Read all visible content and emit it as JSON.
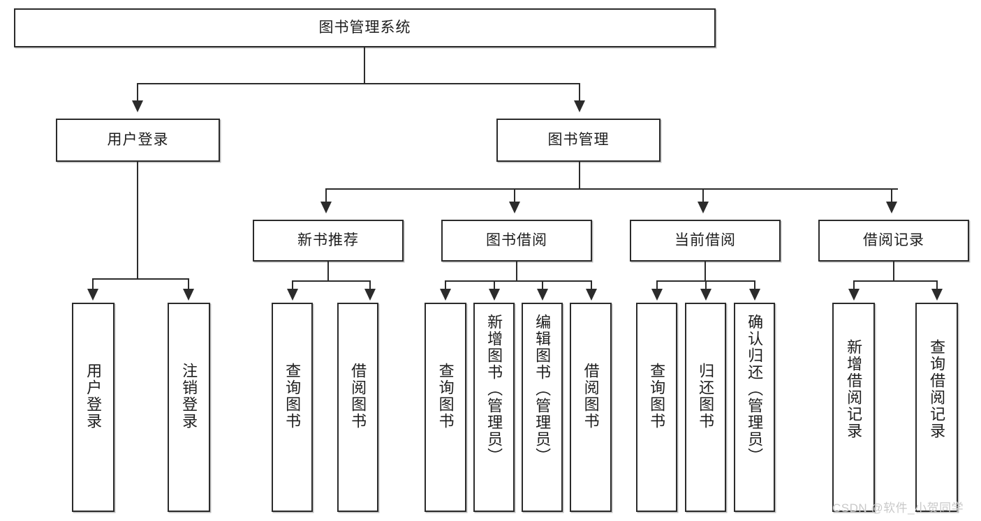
{
  "diagram": {
    "title": "图书管理系统",
    "type": "功能结构图",
    "watermark": "CSDN @软件_小贺同学",
    "colors": {
      "stroke": "#2b2b2b",
      "fill": "#ffffff",
      "text": "#1d1d1d",
      "watermark": "#c9c9c9",
      "shadow": "#8c8c8c"
    }
  },
  "nodes": {
    "root": {
      "label": "图书管理系统"
    },
    "level2": [
      {
        "label": "用户登录"
      },
      {
        "label": "图书管理"
      }
    ],
    "level3": [
      {
        "label": "新书推荐"
      },
      {
        "label": "图书借阅"
      },
      {
        "label": "当前借阅"
      },
      {
        "label": "借阅记录"
      }
    ],
    "leaves": {
      "user_login": [
        {
          "label": "用户登录"
        },
        {
          "label": "注销登录"
        }
      ],
      "new_book": [
        {
          "label": "查询图书"
        },
        {
          "label": "借阅图书"
        }
      ],
      "borrow": [
        {
          "label": "查询图书"
        },
        {
          "label": "新增图书（管理员）"
        },
        {
          "label": "编辑图书（管理员）"
        },
        {
          "label": "借阅图书"
        }
      ],
      "current": [
        {
          "label": "查询图书"
        },
        {
          "label": "归还图书"
        },
        {
          "label": "确认归还（管理员）"
        }
      ],
      "records": [
        {
          "label": "新增借阅记录"
        },
        {
          "label": "查询借阅记录"
        }
      ]
    }
  }
}
